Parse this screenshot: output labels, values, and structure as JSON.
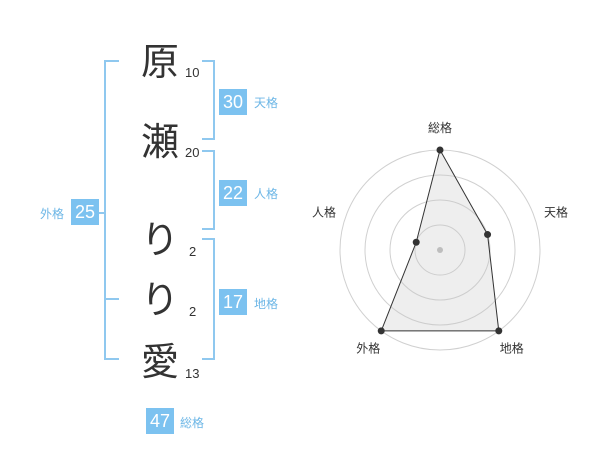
{
  "name": {
    "characters": [
      {
        "char": "原",
        "strokes": "10"
      },
      {
        "char": "瀬",
        "strokes": "20"
      },
      {
        "char": "り",
        "strokes": "2"
      },
      {
        "char": "り",
        "strokes": "2"
      },
      {
        "char": "愛",
        "strokes": "13"
      }
    ]
  },
  "scores": {
    "tenkaku": {
      "value": "30",
      "label": "天格"
    },
    "jinkaku": {
      "value": "22",
      "label": "人格"
    },
    "chikaku": {
      "value": "17",
      "label": "地格"
    },
    "gaikaku": {
      "value": "25",
      "label": "外格"
    },
    "soukaku": {
      "value": "47",
      "label": "総格"
    }
  },
  "colors": {
    "accent": "#7cc2f0",
    "bracket": "#8fc8ef",
    "text": "#333333"
  },
  "chart_data": {
    "type": "radar",
    "axes": [
      "総格",
      "天格",
      "地格",
      "外格",
      "人格"
    ],
    "values": [
      4,
      2,
      4,
      4,
      1
    ],
    "max": 4,
    "grid": true
  }
}
